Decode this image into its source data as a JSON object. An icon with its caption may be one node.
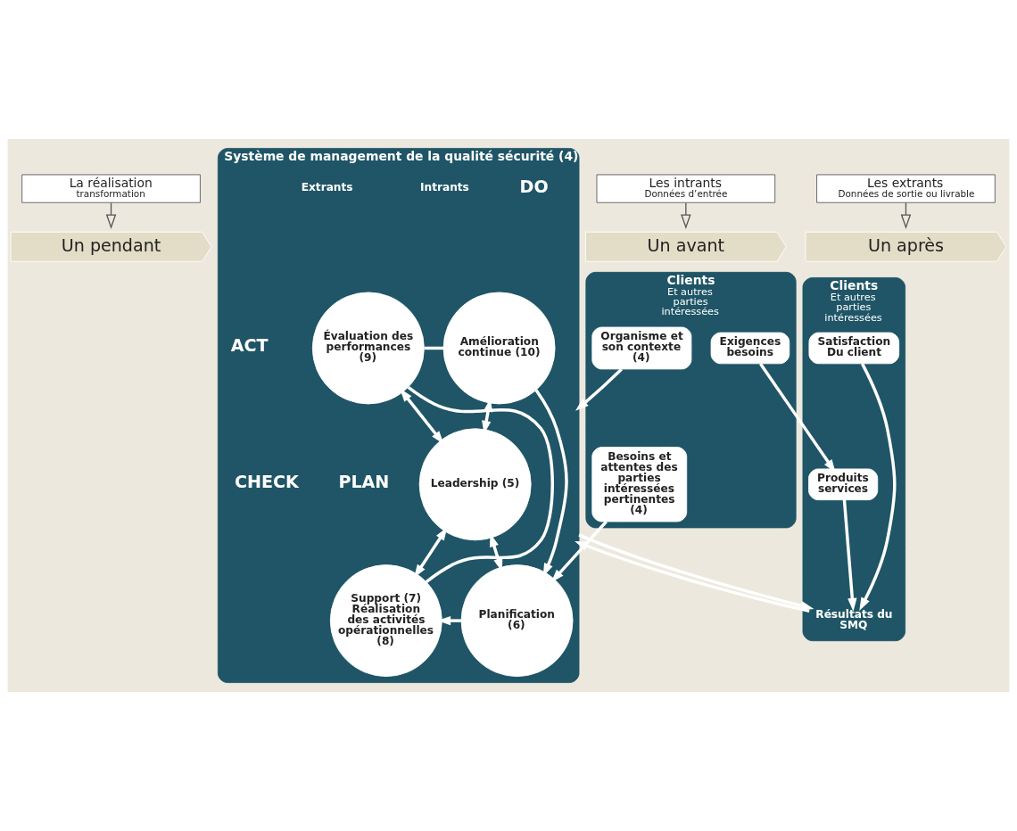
{
  "diagram": {
    "nodes": [
      {
        "text": [
          "Les intrants",
          "Données d’entrée"
        ]
      },
      {
        "text": [
          "La réalisation",
          "transformation"
        ]
      },
      {
        "text": [
          "Les extrants",
          "Données de sortie ou livrable"
        ]
      },
      {
        "text": [
          "Un avant"
        ]
      },
      {
        "text": [
          "Un pendant"
        ]
      },
      {
        "text": [
          "Un après"
        ]
      },
      {
        "text": [
          "Clients",
          "Et autres parties intéressées"
        ]
      },
      {
        "text": [
          "Organisme et son contexte (4)"
        ],
        "in": 6
      },
      {
        "text": [
          "Besoins et attentes des parties intéressées pertinentes (4)"
        ],
        "in": 6
      },
      {
        "text": [
          "Exigences besoins"
        ],
        "in": 6
      },
      {
        "text": [
          "Système de management de la qualité sécurité (4)"
        ]
      },
      {
        "text": [
          "Amélioration continue (10)"
        ],
        "in": 10
      },
      {
        "text": [
          "Évaluation des performances (9)"
        ],
        "in": 10
      },
      {
        "text": [
          "Leadership (5)"
        ],
        "in": 10
      },
      {
        "text": [
          "Planification (6)"
        ],
        "in": 10
      },
      {
        "text": [
          "Support (7)",
          "Réalisation des activités opérationnelles (8)"
        ],
        "in": 10
      },
      {
        "text": [
          "Clients",
          "Et autres parties intéressées"
        ]
      },
      {
        "text": [
          "Satisfaction Du client"
        ],
        "in": 16
      },
      {
        "text": [
          "Résultats du SMQ"
        ],
        "in": 16
      },
      {
        "text": [
          "Produits services"
        ],
        "in": 16
      }
    ],
    "edges": [
      {
        "from": 0,
        "to": 3,
        "arrow": "to",
        "color": "#555555"
      },
      {
        "from": 1,
        "to": 4,
        "arrow": "to",
        "color": "#555555"
      },
      {
        "from": 2,
        "to": 5,
        "arrow": "to",
        "color": "#555555"
      },
      {
        "from": 11,
        "to": 13,
        "arrow": "both"
      },
      {
        "from": 12,
        "to": 13,
        "arrow": "both"
      },
      {
        "from": 13,
        "to": 14,
        "arrow": "both"
      },
      {
        "from": 13,
        "to": 15,
        "arrow": "both"
      },
      {
        "from": 11,
        "to": 14,
        "arrow": "to"
      },
      {
        "from": 14,
        "to": 15,
        "arrow": "to"
      },
      {
        "from": 15,
        "to": 12,
        "arrow": "none"
      },
      {
        "from": 12,
        "to": 11,
        "arrow": "none"
      },
      {
        "from": 7,
        "to": 10,
        "arrow": "to"
      },
      {
        "from": 8,
        "to": 14,
        "arrow": "to"
      },
      {
        "from": 9,
        "to": 19,
        "arrow": "to"
      },
      {
        "from": 10,
        "to": 18,
        "arrow": "to"
      },
      {
        "from": 18,
        "to": 10,
        "arrow": "to"
      },
      {
        "from": 17,
        "to": 18,
        "arrow": "to"
      },
      {
        "from": 19,
        "to": 18,
        "arrow": "to"
      }
    ],
    "labels": [
      "ACT",
      "PLAN",
      "CHECK",
      "DO",
      "Intrants",
      "Extrants"
    ]
  }
}
